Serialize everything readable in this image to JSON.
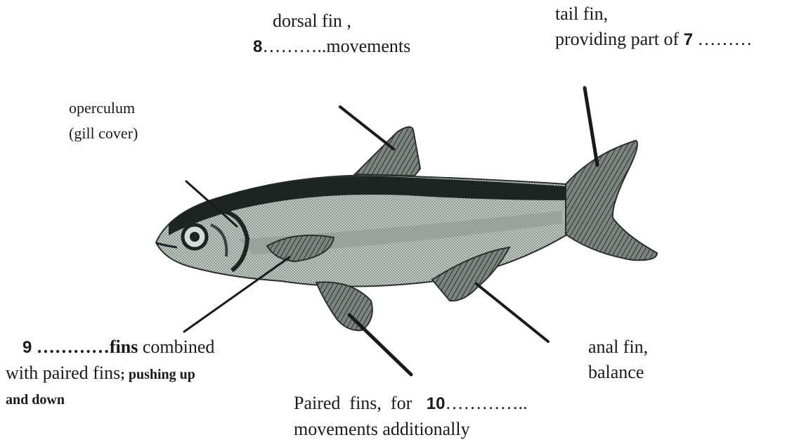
{
  "labels": {
    "dorsal": {
      "line1": "dorsal fin ,",
      "num": "8",
      "blank": "………..",
      "rest": "movements"
    },
    "tail": {
      "line1": "tail fin,",
      "line2": "providing part of",
      "num": "7",
      "blank": " ………"
    },
    "operculum": {
      "line1": "operculum",
      "line2": "(gill cover)"
    },
    "fin9": {
      "num": "9",
      "blank": " …………",
      "word": "fins",
      "rest": " combined",
      "line2a": "with paired fins",
      "line2b": "; pushing up",
      "line3": "and down"
    },
    "anal": {
      "line1": "anal fin,",
      "line2": "balance"
    },
    "paired": {
      "line1a": "Paired  fins,  for",
      "num": "10",
      "blank": "…………..",
      "line2": "movements additionally"
    }
  },
  "colors": {
    "fish_body": "#b9c2bd",
    "fish_dark": "#1e2422",
    "fish_fin": "#5c625f"
  }
}
